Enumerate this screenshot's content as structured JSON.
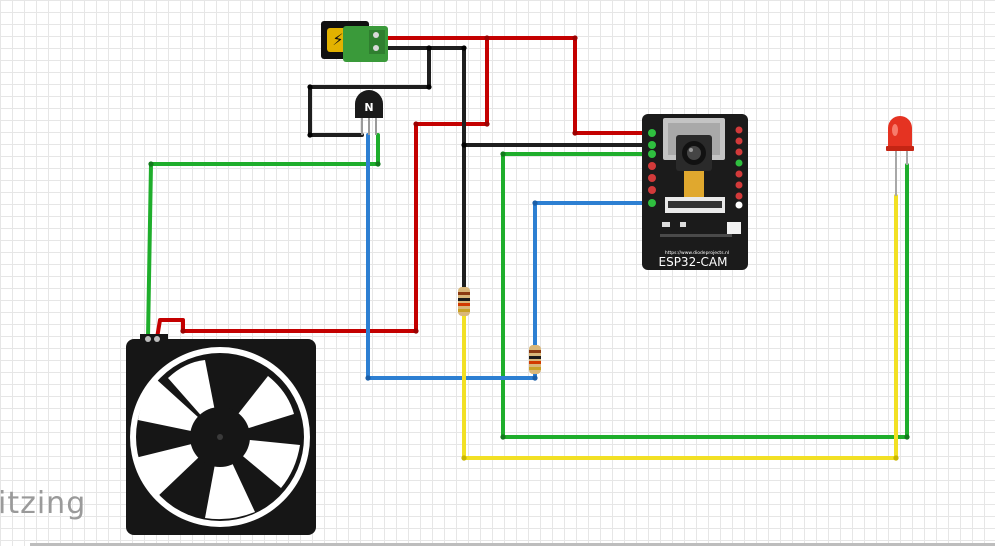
{
  "app": {
    "brand_fragment": "itzing"
  },
  "board": {
    "name": "ESP32-CAM",
    "url": "https://www.diodeprojects.nl"
  },
  "components": [
    {
      "name": "power-jack",
      "symbol": "⚡"
    },
    {
      "name": "npn-transistor",
      "symbol": "N"
    },
    {
      "name": "resistor"
    },
    {
      "name": "resistor"
    },
    {
      "name": "red-led"
    },
    {
      "name": "cooling-fan"
    }
  ],
  "wire_colors": {
    "red": "#c40000",
    "black": "#1e1e1e",
    "green": "#1fae2c",
    "blue": "#2d7fd2",
    "yellow": "#f2e024"
  }
}
